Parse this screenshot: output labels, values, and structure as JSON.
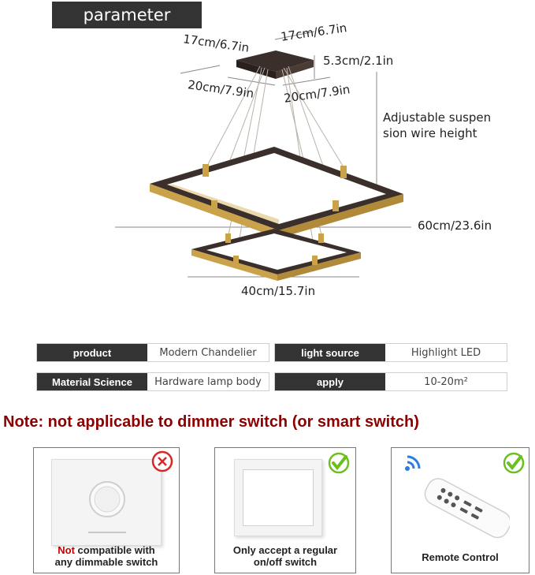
{
  "header": {
    "title": "parameter"
  },
  "dimensions": {
    "canopy_width_left": "17cm/6.7in",
    "canopy_width_right": "17cm/6.7in",
    "canopy_height": "5.3cm/2.1in",
    "canopy_depth_left": "20cm/7.9in",
    "canopy_depth_right": "20cm/7.9in",
    "wire_note_line1": "Adjustable suspen",
    "wire_note_line2": "sion wire height",
    "upper_ring_width": "60cm/23.6in",
    "lower_ring_width": "40cm/15.7in"
  },
  "specs": {
    "row1": {
      "key1": "product",
      "val1": "Modern Chandelier",
      "key2": "light source",
      "val2": "Highlight LED"
    },
    "row2": {
      "key1": "Material Science",
      "val1": "Hardware lamp body",
      "key2": "apply",
      "val2": "10-20m²"
    }
  },
  "note": {
    "text": "Note: not applicable to dimmer switch (or smart switch)"
  },
  "cards": [
    {
      "label_neg": "Not",
      "label_rest": " compatible with",
      "label_line2": "any dimmable switch",
      "status": "cross-icon"
    },
    {
      "label_line1": "Only accept a regular",
      "label_line2": "on/off switch",
      "status": "check-icon"
    },
    {
      "label_line1": "Remote Control",
      "status": "check-icon"
    }
  ],
  "colors": {
    "dark": "#333333",
    "gold": "#c9a24a",
    "note_red": "#8b0000",
    "check_green": "#6bbf1f",
    "cross_red": "#d62828"
  }
}
